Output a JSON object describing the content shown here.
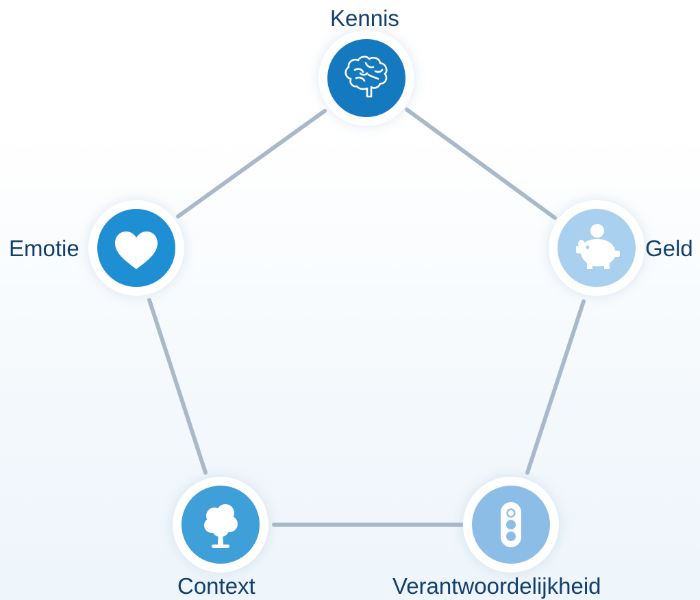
{
  "nodes": {
    "kennis": {
      "label": "Kennis",
      "icon": "brain-icon",
      "color": "#1479be"
    },
    "geld": {
      "label": "Geld",
      "icon": "piggy-bank-icon",
      "color": "#a9d0ef"
    },
    "verantwoordelijkheid": {
      "label": "Verantwoordelijkheid",
      "icon": "traffic-light-icon",
      "color": "#8cbde6"
    },
    "context": {
      "label": "Context",
      "icon": "tree-icon",
      "color": "#3f9fd8"
    },
    "emotie": {
      "label": "Emotie",
      "icon": "heart-icon",
      "color": "#1e8fd2"
    }
  },
  "edge_color": "#a9b9c9"
}
